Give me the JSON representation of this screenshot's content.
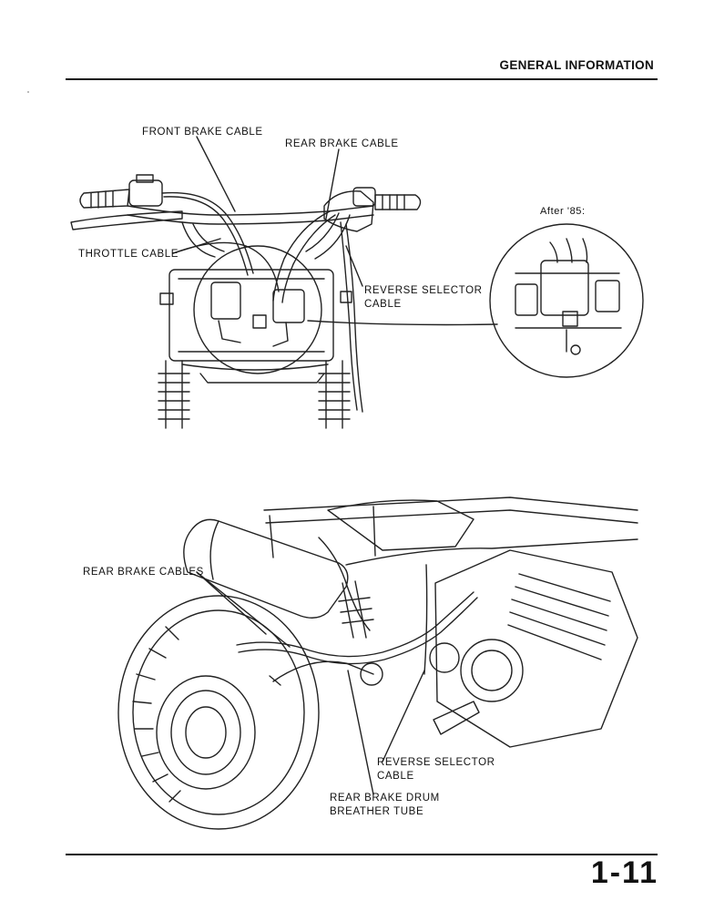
{
  "header": {
    "title": "GENERAL INFORMATION"
  },
  "figure_top": {
    "labels": {
      "front_brake_cable": "FRONT BRAKE CABLE",
      "rear_brake_cable": "REAR BRAKE CABLE",
      "throttle_cable": "THROTTLE CABLE",
      "reverse_selector_cable_line1": "REVERSE SELECTOR",
      "reverse_selector_cable_line2": "CABLE",
      "inset_caption": "After '85:"
    }
  },
  "figure_bottom": {
    "labels": {
      "rear_brake_cables": "REAR BRAKE CABLES",
      "reverse_selector_cable_line1": "REVERSE SELECTOR",
      "reverse_selector_cable_line2": "CABLE",
      "rear_brake_drum_line1": "REAR BRAKE DRUM",
      "rear_brake_drum_line2": "BREATHER TUBE"
    }
  },
  "footer": {
    "page_number": "1-11"
  }
}
